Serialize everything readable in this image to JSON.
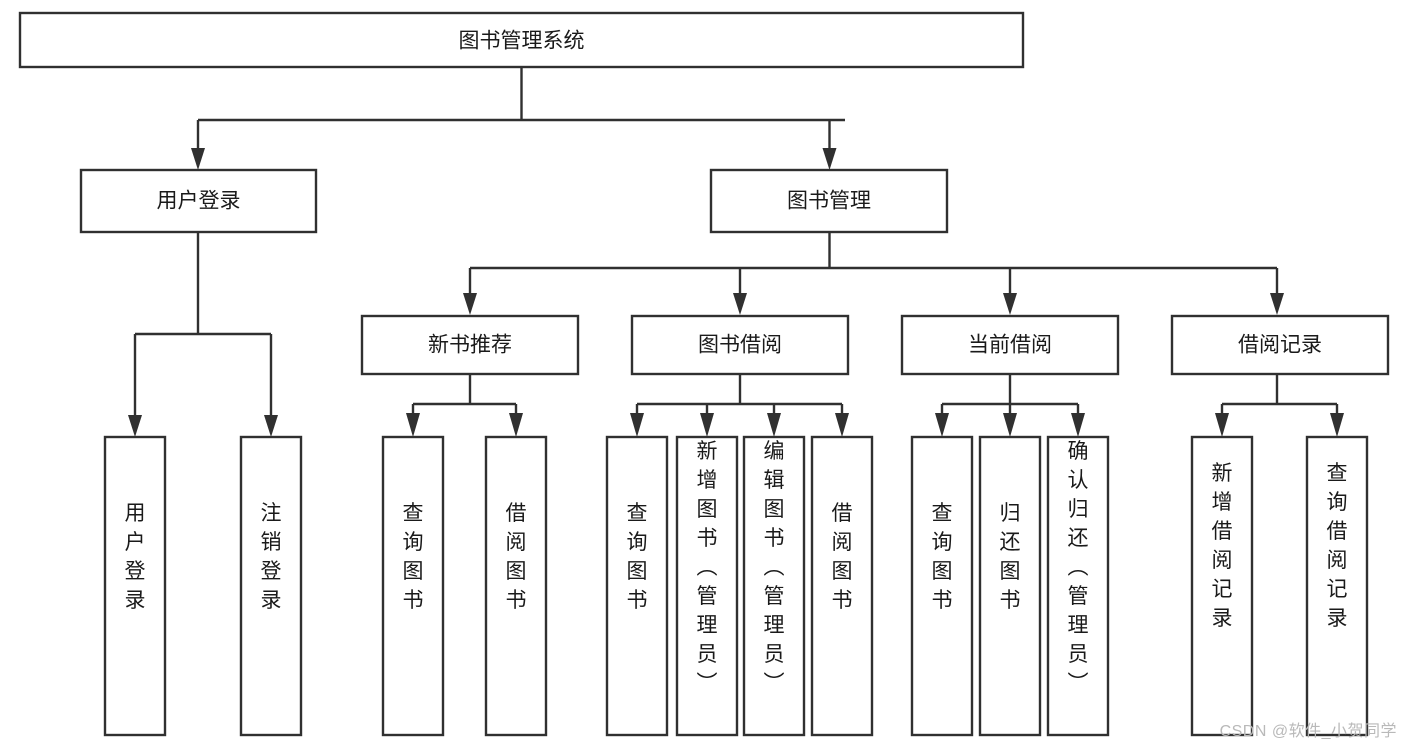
{
  "diagram": {
    "type": "tree-flowchart",
    "title": "图书管理系统",
    "background_color": "#ffffff",
    "node_fill": "#ffffff",
    "node_stroke": "#303030",
    "text_color": "#1a1a1a",
    "levels": 4,
    "root": {
      "id": "root",
      "label": "图书管理系统",
      "orientation": "horizontal"
    },
    "level2": [
      {
        "id": "user-login",
        "label": "用户登录",
        "orientation": "horizontal"
      },
      {
        "id": "book-management",
        "label": "图书管理",
        "orientation": "horizontal"
      }
    ],
    "level3": [
      {
        "id": "new-book-recommend",
        "label": "新书推荐",
        "orientation": "horizontal",
        "parent": "book-management"
      },
      {
        "id": "book-borrow",
        "label": "图书借阅",
        "orientation": "horizontal",
        "parent": "book-management"
      },
      {
        "id": "current-borrow",
        "label": "当前借阅",
        "orientation": "horizontal",
        "parent": "book-management"
      },
      {
        "id": "borrow-record",
        "label": "借阅记录",
        "orientation": "horizontal",
        "parent": "book-management"
      }
    ],
    "leaves": {
      "user-login": [
        {
          "id": "leaf-user-login",
          "label": "用户登录",
          "orientation": "vertical"
        },
        {
          "id": "leaf-logout",
          "label": "注销登录",
          "orientation": "vertical"
        }
      ],
      "new-book-recommend": [
        {
          "id": "leaf-query-book-1",
          "label": "查询图书",
          "orientation": "vertical"
        },
        {
          "id": "leaf-borrow-book-1",
          "label": "借阅图书",
          "orientation": "vertical"
        }
      ],
      "book-borrow": [
        {
          "id": "leaf-query-book-2",
          "label": "查询图书",
          "orientation": "vertical"
        },
        {
          "id": "leaf-add-book",
          "label": "新增图书（管理员）",
          "orientation": "vertical"
        },
        {
          "id": "leaf-edit-book",
          "label": "编辑图书（管理员）",
          "orientation": "vertical"
        },
        {
          "id": "leaf-borrow-book-2",
          "label": "借阅图书",
          "orientation": "vertical"
        }
      ],
      "current-borrow": [
        {
          "id": "leaf-query-book-3",
          "label": "查询图书",
          "orientation": "vertical"
        },
        {
          "id": "leaf-return-book",
          "label": "归还图书",
          "orientation": "vertical"
        },
        {
          "id": "leaf-confirm-return",
          "label": "确认归还（管理员）",
          "orientation": "vertical"
        }
      ],
      "borrow-record": [
        {
          "id": "leaf-add-record",
          "label": "新增借阅记录",
          "orientation": "vertical"
        },
        {
          "id": "leaf-query-record",
          "label": "查询借阅记录",
          "orientation": "vertical"
        }
      ]
    }
  },
  "watermark": {
    "text": "CSDN @软件_小贺同学",
    "color": "#b9b9b9"
  }
}
